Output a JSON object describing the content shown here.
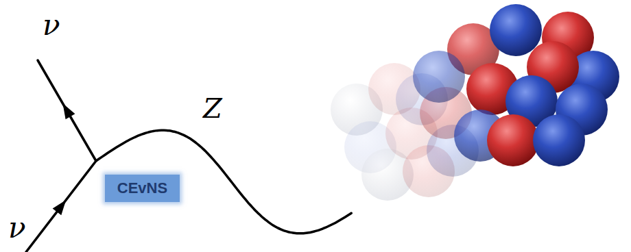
{
  "diagram": {
    "nodes": [
      {
        "text": [
          "CEvNS"
        ]
      }
    ],
    "labels": [
      "ν",
      "Z",
      "ν"
    ]
  }
}
